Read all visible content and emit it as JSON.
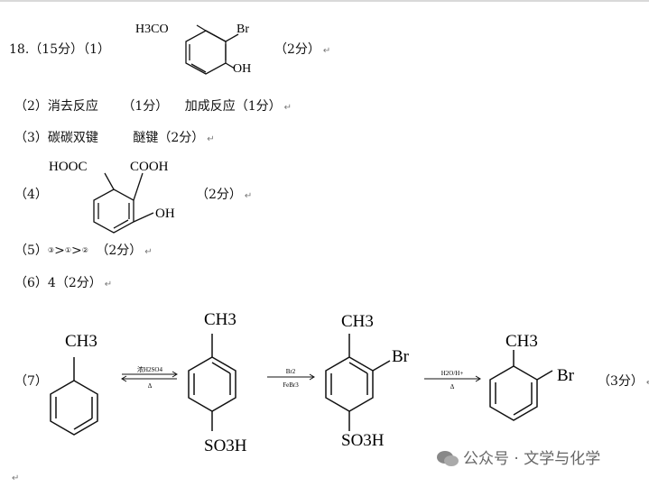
{
  "q18": {
    "label": "18.（15分）（1）",
    "score": "（2分）",
    "mol": {
      "sub_top_left": "H3CO",
      "sub_top_right": "Br",
      "sub_bottom": "OH"
    }
  },
  "q2": {
    "label": "（2）消去反应",
    "score1": "（1分）",
    "text2": "加成反应（1分）"
  },
  "q3": {
    "label": "（3）碳碳双键",
    "text2": "醚键（2分）"
  },
  "q4": {
    "label": "（4）",
    "score": "（2分）",
    "mol": {
      "sub_left": "HOOC",
      "sub_right": "COOH",
      "sub_oh": "OH"
    }
  },
  "q5": {
    "label": "（5）",
    "c1": "③",
    "gt": ">",
    "c2": "①",
    "c3": "②",
    "score": "（2分）"
  },
  "q6": {
    "text": "（6）4（2分）"
  },
  "q7": {
    "label": "（7）",
    "score": "（3分）",
    "mol1": {
      "sub": "CH3"
    },
    "arrow1": {
      "top": "浓H2SO4",
      "bottom": "Δ"
    },
    "mol2": {
      "sub_top": "CH3",
      "sub_bottom": "SO3H"
    },
    "arrow2": {
      "top": "Br2",
      "bottom": "FeBr3"
    },
    "mol3": {
      "sub_top": "CH3",
      "sub_right": "Br",
      "sub_bottom": "SO3H"
    },
    "arrow3": {
      "top": "H2O/H+",
      "bottom": "Δ"
    },
    "mol4": {
      "sub_top": "CH3",
      "sub_right": "Br"
    }
  },
  "watermark": {
    "text": "公众号 · 文学与化学"
  },
  "return_mark": "↵"
}
